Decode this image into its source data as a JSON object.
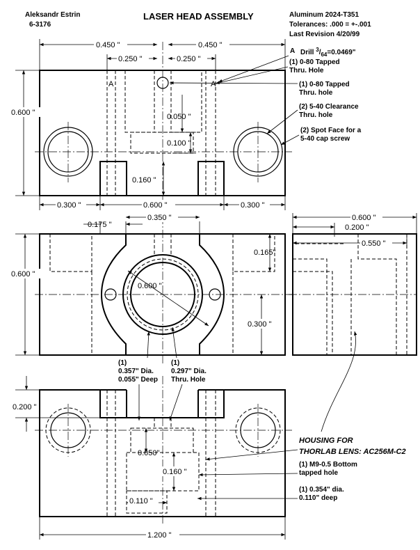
{
  "header": {
    "author": "Aleksandr Estrin",
    "course": "6-3176",
    "title": "LASER HEAD  ASSEMBLY",
    "material": "Aluminum 2024-T351",
    "tolerances": "Tolerances: .000 = +-.001",
    "revision": "Last Revision 4/20/99"
  },
  "section_marks": {
    "a_label": "A"
  },
  "dimensions": {
    "top_w_left": "0.450 \"",
    "top_w_right": "0.450 \"",
    "top_inner_left": "0.250 \"",
    "top_inner_right": "0.250 \"",
    "top_height": "0.600 \"",
    "top_slot_depth": "0.050 \"",
    "top_pocket": "0.100 \"",
    "top_notch": "0.160 \"",
    "top_bottom_left": "0.300 \"",
    "top_bottom_center": "0.600 \"",
    "top_bottom_right": "0.300 \"",
    "front_175": "0.175 \"",
    "front_350": "0.350 \"",
    "front_height": "0.600 \"",
    "front_165": "0.165\"",
    "front_bore": "0.600 \"",
    "front_300": "0.300 \"",
    "side_width": "0.600 \"",
    "side_200": "0.200 \"",
    "side_550": "0.550 \"",
    "bot_200": "0.200 \"",
    "bot_050": "0.050\"",
    "bot_160": "0.160 \"",
    "bot_110": "0.110 \"",
    "overall_width": "1.200 \""
  },
  "callouts": {
    "drill_letter": "A",
    "drill_prefix": "Drill ",
    "drill_num": "3",
    "drill_den": "64",
    "drill_suffix": "=0.0469\"",
    "tapped_080_a_l1": "(1) 0-80 Tapped",
    "tapped_080_a_l2": "Thru. Hole",
    "tapped_080_b_l1": "(1) 0-80 Tapped",
    "tapped_080_b_l2": "Thru. hole",
    "clearance_l1": "(2) 5-40  Clearance",
    "clearance_l2": "Thru. hole",
    "spotface_l1": "(2) Spot Face for a",
    "spotface_l2": "5-40 cap screw",
    "dia357_l1": "(1)",
    "dia357_l2": "0.357\" Dia.",
    "dia357_l3": "0.055\" Deep",
    "dia297_l1": "(1)",
    "dia297_l2": "0.297\" Dia.",
    "dia297_l3": "Thru. Hole",
    "housing_l1": "HOUSING FOR",
    "housing_l2": "THORLAB LENS: AC256M-C2",
    "m9_l1": "(1) M9-0.5 Bottom",
    "m9_l2": "tapped hole",
    "dia354_l1": "(1) 0.354\" dia.",
    "dia354_l2": "0.110\" deep"
  }
}
